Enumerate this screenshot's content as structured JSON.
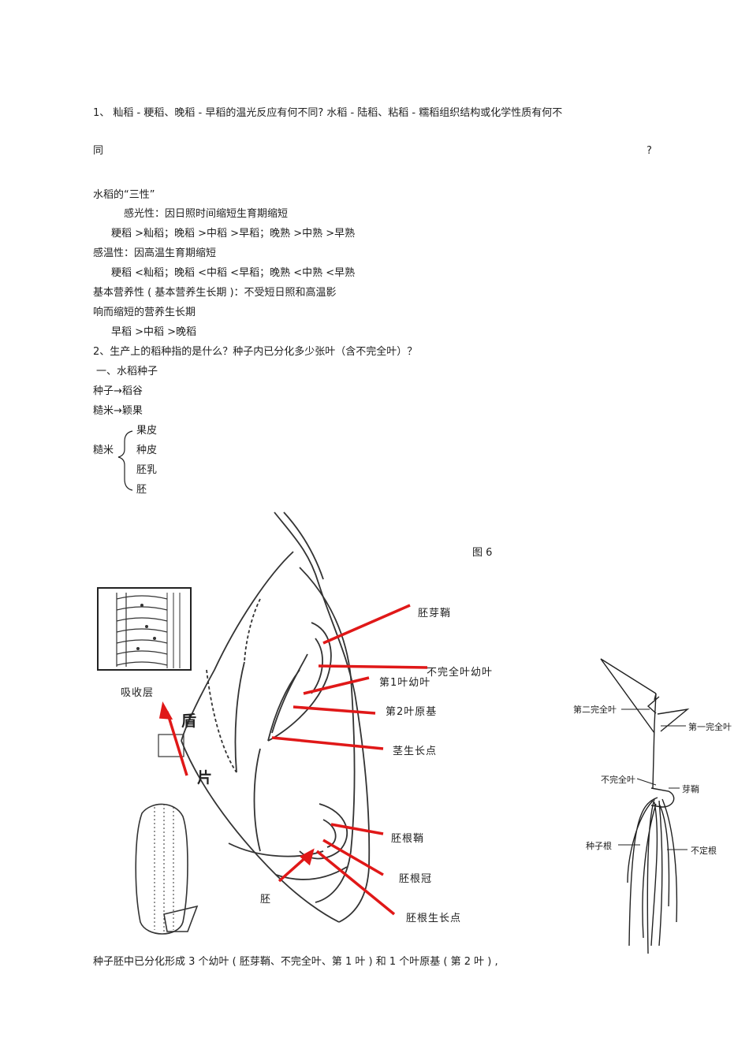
{
  "q1_line1": "1、 籼稻 - 粳稻、晚稻   - 早稻的温光反应有何不同? 水稻          - 陆稻、粘稻   - 糯稻组织结构或化学性质有何不",
  "q1_line2_left": "同",
  "q1_line2_right": "?",
  "three_title": "水稻的“三性”",
  "photo_title": "感光性：因日照时间缩短生育期缩短",
  "photo_rank": "粳稻 >籼稻；晚稻   >中稻 >早稻；晚熟   >中熟 >早熟",
  "temp_title": "感温性：因高温生育期缩短",
  "temp_rank": "粳稻 <籼稻；晚稻   <中稻 <早稻；晚熟   <中熟 <早熟",
  "basic_title_1": "基本营养性  ( 基本营养生长期    )：不受短日照和高温影",
  "basic_title_2": "响而缩短的营养生长期",
  "basic_rank": "早稻 >中稻 >晚稻",
  "q2": "2、生产上的稻种指的是什么？种子内已分化多少张叶（含不完全叶）？",
  "section1": "一、水稻种子",
  "seed_map": "种子→稻谷",
  "brown_map": "糙米→颖果",
  "brown_rice": "糙米",
  "brown_parts": [
    "果皮",
    "种皮",
    "胚乳",
    "胚"
  ],
  "fig_label": "图  6",
  "diagram": {
    "absorb": "吸收层",
    "dun": "盾",
    "pian": "片",
    "embryo": "胚",
    "coleoptile": "胚芽鞘",
    "incomplete_leaf": "不完全叶幼叶",
    "leaf1": "第1叶幼叶",
    "leaf2": "第2叶原基",
    "stem_tip": "茎生长点",
    "coleorhiza": "胚根鞘",
    "root_cap": "胚根冠",
    "root_tip": "胚根生长点"
  },
  "seedling": {
    "second_leaf": "第二完全叶",
    "first_leaf": "第一完全叶",
    "incomplete": "不完全叶",
    "sheath": "芽鞘",
    "seed_root": "种子根",
    "adventitious": "不定根"
  },
  "summary": "种子胚中已分化形成     3 个幼叶  ( 胚芽鞘、不完全叶、第      1 叶 ) 和  1  个叶原基 ( 第 2 叶 ) ,"
}
